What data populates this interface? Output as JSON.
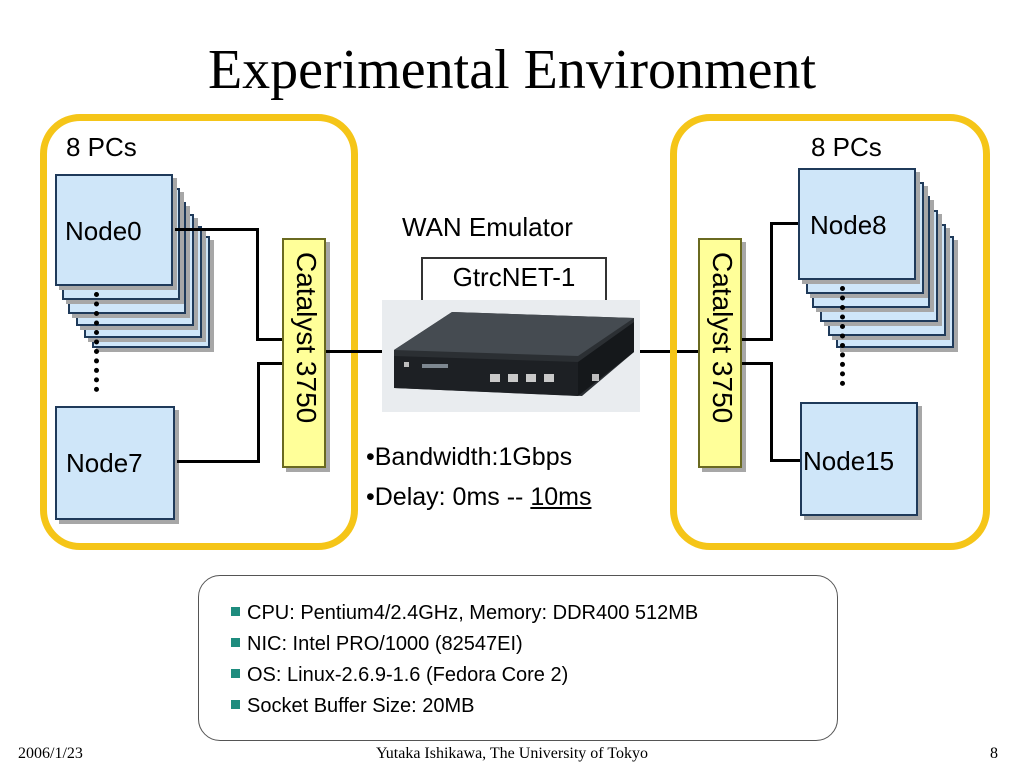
{
  "slide": {
    "title": "Experimental Environment",
    "left_group": {
      "count_label": "8 PCs",
      "top_node": "Node0",
      "bottom_node": "Node7",
      "switch": "Catalyst 3750"
    },
    "right_group": {
      "count_label": "8 PCs",
      "top_node": "Node8",
      "bottom_node": "Node15",
      "switch": "Catalyst 3750"
    },
    "emulator": {
      "heading": "WAN Emulator",
      "name": "GtrcNET-1",
      "bandwidth": "•Bandwidth:1Gbps",
      "delay_prefix": "•Delay: 0ms -- ",
      "delay_max": "10ms"
    },
    "specs": [
      "CPU: Pentium4/2.4GHz, Memory: DDR400 512MB",
      "NIC: Intel PRO/1000 (82547EI)",
      "OS: Linux-2.6.9-1.6 (Fedora Core 2)",
      "Socket Buffer Size: 20MB"
    ],
    "footer": {
      "date": "2006/1/23",
      "author": "Yutaka Ishikawa, The University of Tokyo",
      "page": "8"
    },
    "colors": {
      "group_border": "#f5c518",
      "node_fill": "#cfe6f9",
      "switch_fill": "#ffff99",
      "bullet": "#1e8c7e"
    }
  }
}
